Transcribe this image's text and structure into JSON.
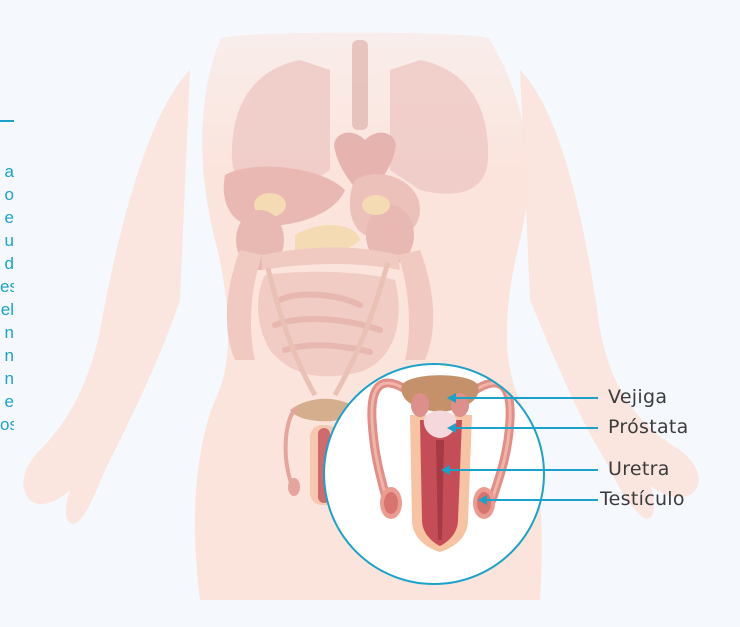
{
  "side_text": {
    "rule_visible": true,
    "lines": [
      "a",
      "o",
      "e",
      "u",
      "d",
      "es",
      "el",
      "n",
      "n",
      "n",
      "e",
      "os"
    ]
  },
  "labels": {
    "bladder": "Vejiga",
    "prostate": "Próstata",
    "urethra": "Uretra",
    "testicle": "Testículo"
  },
  "colors": {
    "accent": "#1aa2c9",
    "label_text": "#3b3b3b",
    "skin": "#fbe4dc"
  }
}
